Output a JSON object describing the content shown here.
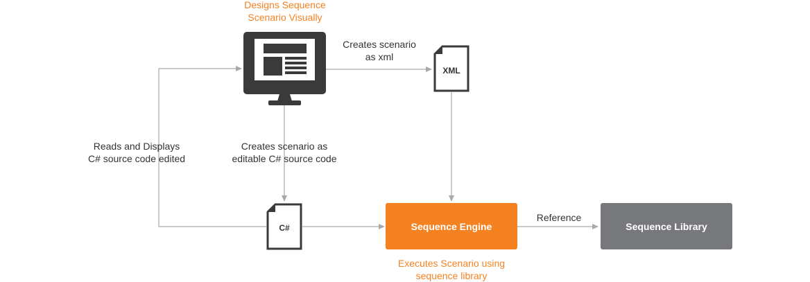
{
  "colors": {
    "accent": "#f58220",
    "library": "#77787b",
    "icon": "#3a3a3a",
    "connector": "#a7a9ac",
    "text": "#333333"
  },
  "designer": {
    "icon": "monitor-icon",
    "caption_line1": "Designs Sequence",
    "caption_line2": "Scenario Visually"
  },
  "xml_doc": {
    "icon": "document-icon",
    "label": "XML"
  },
  "cs_doc": {
    "icon": "document-icon",
    "label": "C#"
  },
  "edges": {
    "creates_xml_line1": "Creates scenario",
    "creates_xml_line2": "as xml",
    "creates_cs_line1": "Creates scenario as",
    "creates_cs_line2": "editable C# source code",
    "reads_line1": "Reads and Displays",
    "reads_line2": "C# source code edited",
    "reference": "Reference"
  },
  "engine": {
    "label": "Sequence Engine",
    "caption_line1": "Executes Scenario using",
    "caption_line2": "sequence library"
  },
  "library": {
    "label": "Sequence Library"
  }
}
